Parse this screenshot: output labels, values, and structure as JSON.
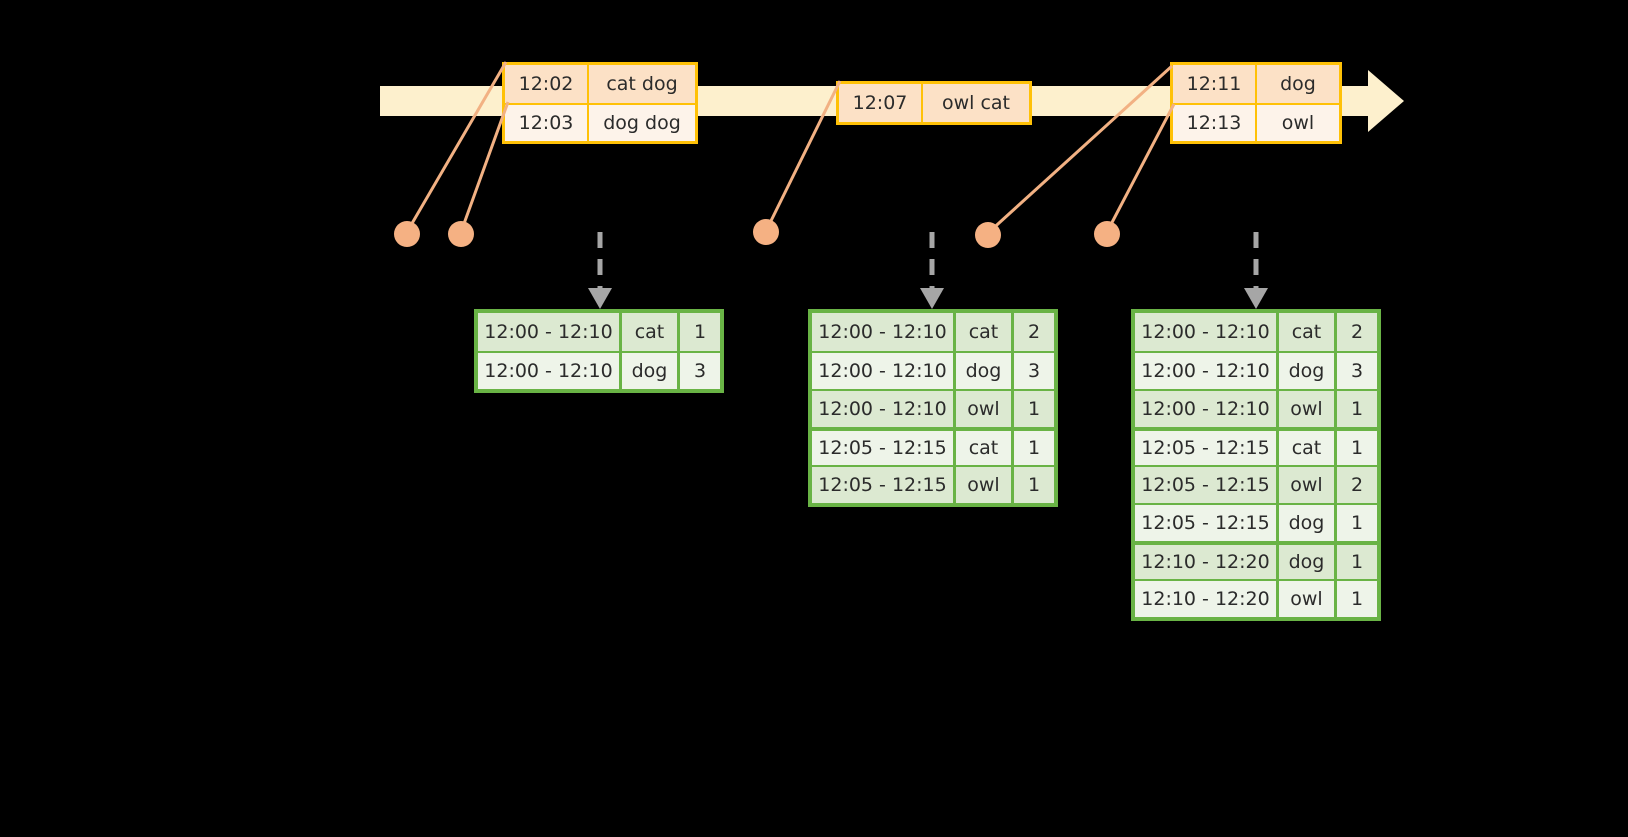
{
  "diagram": {
    "title": "event-time-sliding-window-aggregation",
    "colors": {
      "timeline_fill": "#fdf0cd",
      "event_border": "#ffc107",
      "event_fill_a": "#fce1c6",
      "event_fill_b": "#fdf3ea",
      "connector": "#f2b183",
      "dot": "#f5b183",
      "table_border": "#69b345",
      "table_fill_a": "#dce9d1",
      "table_fill_b": "#eef4e9",
      "dashed_arrow": "#a6a6a6",
      "background": "#000000"
    }
  },
  "timeline": {
    "name": "event-stream-timeline",
    "event_groups": [
      {
        "name": "event-group-1",
        "events": [
          {
            "time": "12:02",
            "words": "cat dog"
          },
          {
            "time": "12:03",
            "words": "dog dog"
          }
        ]
      },
      {
        "name": "event-group-2",
        "events": [
          {
            "time": "12:07",
            "words": "owl cat"
          }
        ]
      },
      {
        "name": "event-group-3",
        "events": [
          {
            "time": "12:11",
            "words": "dog"
          },
          {
            "time": "12:13",
            "words": "owl"
          }
        ]
      }
    ]
  },
  "results": [
    {
      "name": "result-table-1",
      "rows": [
        {
          "window": "12:00 - 12:10",
          "key": "cat",
          "count": "1"
        },
        {
          "window": "12:00 - 12:10",
          "key": "dog",
          "count": "3"
        }
      ]
    },
    {
      "name": "result-table-2",
      "rows": [
        {
          "window": "12:00 - 12:10",
          "key": "cat",
          "count": "2"
        },
        {
          "window": "12:00 - 12:10",
          "key": "dog",
          "count": "3"
        },
        {
          "window": "12:00 - 12:10",
          "key": "owl",
          "count": "1"
        },
        {
          "window": "12:05 - 12:15",
          "key": "cat",
          "count": "1"
        },
        {
          "window": "12:05 - 12:15",
          "key": "owl",
          "count": "1"
        }
      ]
    },
    {
      "name": "result-table-3",
      "rows": [
        {
          "window": "12:00 - 12:10",
          "key": "cat",
          "count": "2"
        },
        {
          "window": "12:00 - 12:10",
          "key": "dog",
          "count": "3"
        },
        {
          "window": "12:00 - 12:10",
          "key": "owl",
          "count": "1"
        },
        {
          "window": "12:05 - 12:15",
          "key": "cat",
          "count": "1"
        },
        {
          "window": "12:05 - 12:15",
          "key": "owl",
          "count": "2"
        },
        {
          "window": "12:05 - 12:15",
          "key": "dog",
          "count": "1"
        },
        {
          "window": "12:10 - 12:20",
          "key": "dog",
          "count": "1"
        },
        {
          "window": "12:10 - 12:20",
          "key": "owl",
          "count": "1"
        }
      ]
    }
  ]
}
